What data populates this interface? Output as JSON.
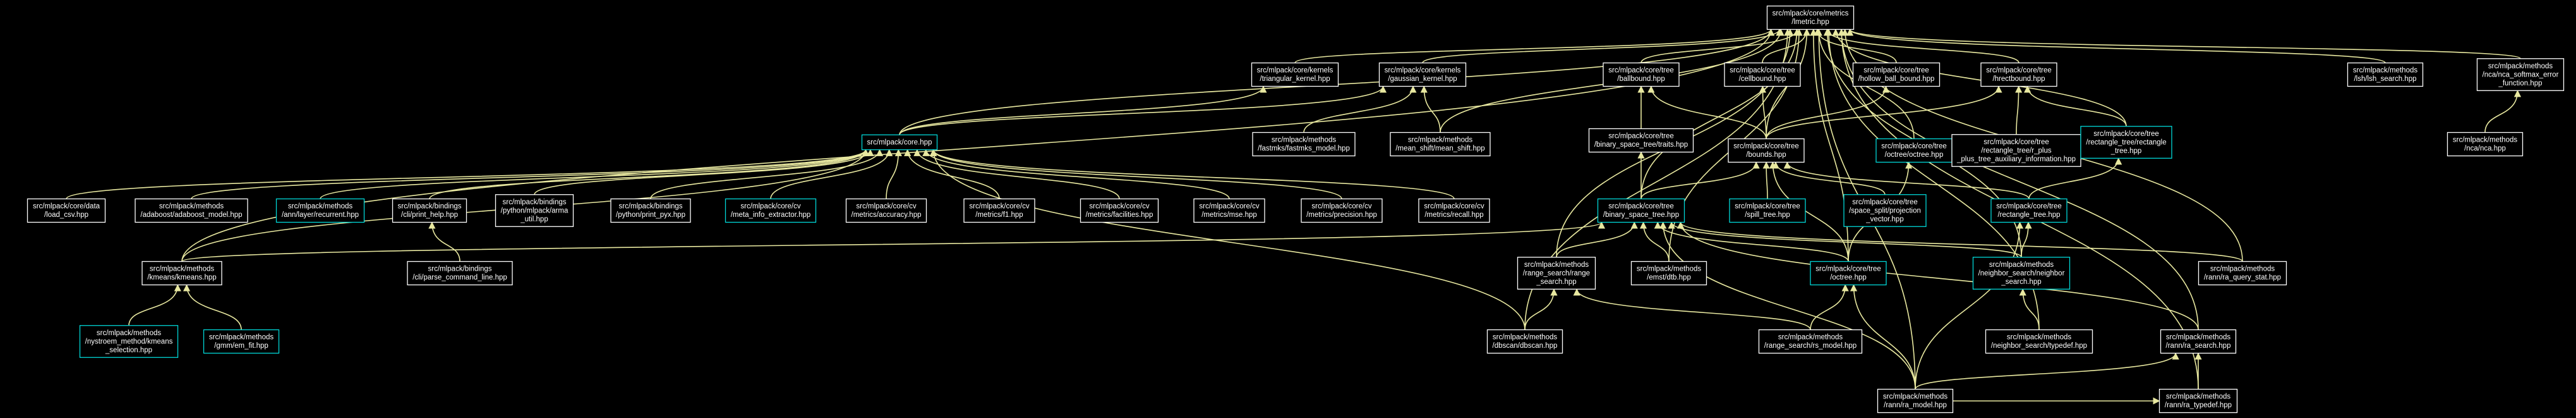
{
  "colors": {
    "background": "#000000",
    "edge": "#e8e8a0",
    "node_border": "#ffffff",
    "node_border_linked": "#00d7d7",
    "root_fill": "#bfbfbf",
    "text": "#ffffff",
    "root_text": "#000000"
  },
  "root_id": "hrect",
  "nodes": [
    {
      "id": "hrect",
      "lines": [
        "src/mlpack/core/metrics",
        "/lmetric.hpp"
      ],
      "style": "root"
    },
    {
      "id": "tri",
      "lines": [
        "src/mlpack/core/kernels",
        "/triangular_kernel.hpp"
      ],
      "style": "plain"
    },
    {
      "id": "gauss",
      "lines": [
        "src/mlpack/core/kernels",
        "/gaussian_kernel.hpp"
      ],
      "style": "plain"
    },
    {
      "id": "ballb",
      "lines": [
        "src/mlpack/core/tree",
        "/ballbound.hpp"
      ],
      "style": "plain"
    },
    {
      "id": "cellb",
      "lines": [
        "src/mlpack/core/tree",
        "/cellbound.hpp"
      ],
      "style": "plain"
    },
    {
      "id": "hollow",
      "lines": [
        "src/mlpack/core/tree",
        "/hollow_ball_bound.hpp"
      ],
      "style": "plain"
    },
    {
      "id": "hrectb",
      "lines": [
        "src/mlpack/core/tree",
        "/hrectbound.hpp"
      ],
      "style": "plain"
    },
    {
      "id": "lsh",
      "lines": [
        "src/mlpack/methods",
        "/lsh/lsh_search.hpp"
      ],
      "style": "plain"
    },
    {
      "id": "nca_sm",
      "lines": [
        "src/mlpack/methods",
        "/nca/nca_softmax_error",
        "_function.hpp"
      ],
      "style": "plain"
    },
    {
      "id": "core",
      "lines": [
        "src/mlpack/core.hpp"
      ],
      "style": "linked"
    },
    {
      "id": "fastmks",
      "lines": [
        "src/mlpack/methods",
        "/fastmks/fastmks_model.hpp"
      ],
      "style": "plain"
    },
    {
      "id": "meanshift",
      "lines": [
        "src/mlpack/methods",
        "/mean_shift/mean_shift.hpp"
      ],
      "style": "plain"
    },
    {
      "id": "bst_traits",
      "lines": [
        "src/mlpack/core/tree",
        "/binary_space_tree/traits.hpp"
      ],
      "style": "plain"
    },
    {
      "id": "bounds",
      "lines": [
        "src/mlpack/core/tree",
        "/bounds.hpp"
      ],
      "style": "plain"
    },
    {
      "id": "octree_h",
      "lines": [
        "src/mlpack/core/tree",
        "/octree/octree.hpp"
      ],
      "style": "linked"
    },
    {
      "id": "rplus",
      "lines": [
        "src/mlpack/core/tree",
        "/rectangle_tree/r_plus",
        "_plus_tree_auxiliary_information.hpp"
      ],
      "style": "plain"
    },
    {
      "id": "rtree_rect",
      "lines": [
        "src/mlpack/core/tree",
        "/rectangle_tree/rectangle",
        "_tree.hpp"
      ],
      "style": "linked"
    },
    {
      "id": "nca",
      "lines": [
        "src/mlpack/methods",
        "/nca/nca.hpp"
      ],
      "style": "plain"
    },
    {
      "id": "load_csv",
      "lines": [
        "src/mlpack/core/data",
        "/load_csv.hpp"
      ],
      "style": "plain"
    },
    {
      "id": "adaboost",
      "lines": [
        "src/mlpack/methods",
        "/adaboost/adaboost_model.hpp"
      ],
      "style": "plain"
    },
    {
      "id": "recurrent",
      "lines": [
        "src/mlpack/methods",
        "/ann/layer/recurrent.hpp"
      ],
      "style": "linked"
    },
    {
      "id": "cli_help",
      "lines": [
        "src/mlpack/bindings",
        "/cli/print_help.hpp"
      ],
      "style": "plain"
    },
    {
      "id": "py_arma",
      "lines": [
        "src/mlpack/bindings",
        "/python/mlpack/arma",
        "_util.hpp"
      ],
      "style": "plain"
    },
    {
      "id": "py_pyx",
      "lines": [
        "src/mlpack/bindings",
        "/python/print_pyx.hpp"
      ],
      "style": "plain"
    },
    {
      "id": "meta_info",
      "lines": [
        "src/mlpack/core/cv",
        "/meta_info_extractor.hpp"
      ],
      "style": "linked"
    },
    {
      "id": "acc",
      "lines": [
        "src/mlpack/core/cv",
        "/metrics/accuracy.hpp"
      ],
      "style": "plain"
    },
    {
      "id": "f1",
      "lines": [
        "src/mlpack/core/cv",
        "/metrics/f1.hpp"
      ],
      "style": "plain"
    },
    {
      "id": "facil",
      "lines": [
        "src/mlpack/core/cv",
        "/metrics/facilities.hpp"
      ],
      "style": "plain"
    },
    {
      "id": "mse",
      "lines": [
        "src/mlpack/core/cv",
        "/metrics/mse.hpp"
      ],
      "style": "plain"
    },
    {
      "id": "prec",
      "lines": [
        "src/mlpack/core/cv",
        "/metrics/precision.hpp"
      ],
      "style": "plain"
    },
    {
      "id": "recall",
      "lines": [
        "src/mlpack/core/cv",
        "/metrics/recall.hpp"
      ],
      "style": "plain"
    },
    {
      "id": "bst",
      "lines": [
        "src/mlpack/core/tree",
        "/binary_space_tree.hpp"
      ],
      "style": "linked"
    },
    {
      "id": "spill",
      "lines": [
        "src/mlpack/core/tree",
        "/spill_tree.hpp"
      ],
      "style": "linked"
    },
    {
      "id": "space_split",
      "lines": [
        "src/mlpack/core/tree",
        "/space_split/projection",
        "_vector.hpp"
      ],
      "style": "linked"
    },
    {
      "id": "rect_tree",
      "lines": [
        "src/mlpack/core/tree",
        "/rectangle_tree.hpp"
      ],
      "style": "linked"
    },
    {
      "id": "kmeans",
      "lines": [
        "src/mlpack/methods",
        "/kmeans/kmeans.hpp"
      ],
      "style": "plain"
    },
    {
      "id": "parse_cl",
      "lines": [
        "src/mlpack/bindings",
        "/cli/parse_command_line.hpp"
      ],
      "style": "plain"
    },
    {
      "id": "range_search",
      "lines": [
        "src/mlpack/methods",
        "/range_search/range",
        "_search.hpp"
      ],
      "style": "plain"
    },
    {
      "id": "emst",
      "lines": [
        "src/mlpack/methods",
        "/emst/dtb.hpp"
      ],
      "style": "plain"
    },
    {
      "id": "octree",
      "lines": [
        "src/mlpack/core/tree",
        "/octree.hpp"
      ],
      "style": "linked"
    },
    {
      "id": "ns",
      "lines": [
        "src/mlpack/methods",
        "/neighbor_search/neighbor",
        "_search.hpp"
      ],
      "style": "linked"
    },
    {
      "id": "ra_qs",
      "lines": [
        "src/mlpack/methods",
        "/rann/ra_query_stat.hpp"
      ],
      "style": "plain"
    },
    {
      "id": "nystroem",
      "lines": [
        "src/mlpack/methods",
        "/nystroem_method/kmeans",
        "_selection.hpp"
      ],
      "style": "linked"
    },
    {
      "id": "gmm",
      "lines": [
        "src/mlpack/methods",
        "/gmm/em_fit.hpp"
      ],
      "style": "linked"
    },
    {
      "id": "dbscan",
      "lines": [
        "src/mlpack/methods",
        "/dbscan/dbscan.hpp"
      ],
      "style": "plain"
    },
    {
      "id": "rs_model",
      "lines": [
        "src/mlpack/methods",
        "/range_search/rs_model.hpp"
      ],
      "style": "plain"
    },
    {
      "id": "ns_typedef",
      "lines": [
        "src/mlpack/methods",
        "/neighbor_search/typedef.hpp"
      ],
      "style": "plain"
    },
    {
      "id": "ra_search",
      "lines": [
        "src/mlpack/methods",
        "/rann/ra_search.hpp"
      ],
      "style": "plain"
    },
    {
      "id": "ra_model",
      "lines": [
        "src/mlpack/methods",
        "/rann/ra_model.hpp"
      ],
      "style": "plain"
    },
    {
      "id": "ra_typedef",
      "lines": [
        "src/mlpack/methods",
        "/rann/ra_typedef.hpp"
      ],
      "style": "plain"
    }
  ],
  "edges": [
    [
      "tri",
      "hrect"
    ],
    [
      "gauss",
      "hrect"
    ],
    [
      "ballb",
      "hrect"
    ],
    [
      "cellb",
      "hrect"
    ],
    [
      "hollow",
      "hrect"
    ],
    [
      "hrectb",
      "hrect"
    ],
    [
      "lsh",
      "hrect"
    ],
    [
      "nca_sm",
      "hrect"
    ],
    [
      "core",
      "hrect"
    ],
    [
      "meanshift",
      "hrect"
    ],
    [
      "bounds",
      "hrect"
    ],
    [
      "octree_h",
      "hrect"
    ],
    [
      "rtree_rect",
      "hrect"
    ],
    [
      "bst",
      "hrect"
    ],
    [
      "kmeans",
      "hrect"
    ],
    [
      "range_search",
      "hrect"
    ],
    [
      "emst",
      "hrect"
    ],
    [
      "octree",
      "hrect"
    ],
    [
      "ns",
      "hrect"
    ],
    [
      "ra_qs",
      "hrect"
    ],
    [
      "dbscan",
      "hrect"
    ],
    [
      "ns_typedef",
      "hrect"
    ],
    [
      "ra_search",
      "hrect"
    ],
    [
      "ra_model",
      "hrect"
    ],
    [
      "ra_typedef",
      "hrect"
    ],
    [
      "core",
      "tri"
    ],
    [
      "core",
      "gauss"
    ],
    [
      "fastmks",
      "gauss"
    ],
    [
      "meanshift",
      "gauss"
    ],
    [
      "bst_traits",
      "ballb"
    ],
    [
      "bounds",
      "ballb"
    ],
    [
      "bounds",
      "cellb"
    ],
    [
      "bounds",
      "hollow"
    ],
    [
      "bounds",
      "hrectb"
    ],
    [
      "rplus",
      "hrectb"
    ],
    [
      "rtree_rect",
      "hrectb"
    ],
    [
      "nca",
      "nca_sm"
    ],
    [
      "load_csv",
      "core"
    ],
    [
      "adaboost",
      "core"
    ],
    [
      "recurrent",
      "core"
    ],
    [
      "cli_help",
      "core"
    ],
    [
      "py_arma",
      "core"
    ],
    [
      "py_pyx",
      "core"
    ],
    [
      "meta_info",
      "core"
    ],
    [
      "acc",
      "core"
    ],
    [
      "f1",
      "core"
    ],
    [
      "facil",
      "core"
    ],
    [
      "mse",
      "core"
    ],
    [
      "prec",
      "core"
    ],
    [
      "recall",
      "core"
    ],
    [
      "kmeans",
      "core"
    ],
    [
      "dbscan",
      "core"
    ],
    [
      "bst",
      "bst_traits"
    ],
    [
      "bst",
      "bounds"
    ],
    [
      "spill",
      "bounds"
    ],
    [
      "space_split",
      "bounds"
    ],
    [
      "rect_tree",
      "bounds"
    ],
    [
      "octree",
      "bounds"
    ],
    [
      "octree",
      "octree_h"
    ],
    [
      "rect_tree",
      "rtree_rect"
    ],
    [
      "parse_cl",
      "cli_help"
    ],
    [
      "range_search",
      "bst"
    ],
    [
      "emst",
      "bst"
    ],
    [
      "ns",
      "bst"
    ],
    [
      "ra_qs",
      "bst"
    ],
    [
      "ra_search",
      "bst"
    ],
    [
      "ra_model",
      "bst"
    ],
    [
      "kmeans",
      "bst"
    ],
    [
      "octree",
      "bst"
    ],
    [
      "nystroem",
      "kmeans"
    ],
    [
      "gmm",
      "kmeans"
    ],
    [
      "dbscan",
      "range_search"
    ],
    [
      "rs_model",
      "range_search"
    ],
    [
      "ns_typedef",
      "ns"
    ],
    [
      "rs_model",
      "octree"
    ],
    [
      "ra_model",
      "octree"
    ],
    [
      "ra_model",
      "rect_tree"
    ],
    [
      "ns",
      "rect_tree"
    ],
    [
      "ra_model",
      "ra_search"
    ],
    [
      "ra_typedef",
      "ra_search"
    ],
    [
      "ra_model",
      "ra_typedef"
    ]
  ]
}
